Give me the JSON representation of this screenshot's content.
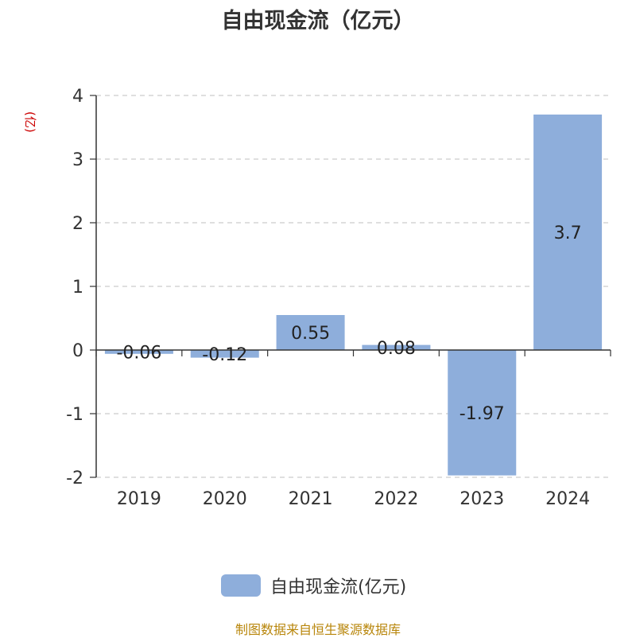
{
  "chart_data": {
    "type": "bar",
    "title": "自由现金流（亿元）",
    "ylabel": "(亿)",
    "categories": [
      "2019",
      "2020",
      "2021",
      "2022",
      "2023",
      "2024"
    ],
    "series": [
      {
        "name": "自由现金流(亿元)",
        "values": [
          -0.06,
          -0.12,
          0.55,
          0.08,
          -1.97,
          3.7
        ]
      }
    ],
    "data_labels": [
      "-0.06",
      "-0.12",
      "0.55",
      "0.08",
      "-1.97",
      "3.7"
    ],
    "yticks": [
      4,
      3,
      2,
      1,
      0,
      -1,
      -2
    ],
    "ylim": [
      -2,
      4
    ],
    "grid": true,
    "legend_position": "bottom",
    "bar_color": "#8eaedb"
  },
  "footer": {
    "source": "制图数据来自恒生聚源数据库"
  }
}
